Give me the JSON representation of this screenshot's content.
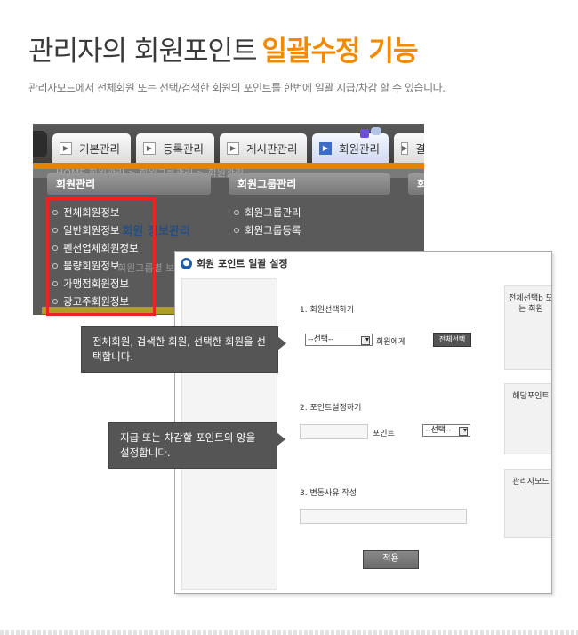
{
  "header": {
    "title": "관리자의 회원포인트",
    "title_highlight": "일괄수정 기능",
    "subtitle": "관리자모드에서 전체회원 또는 선택/검색한 회원의 포인트를 한번에 일괄 지급/차감 할 수 있습니다.",
    "highlight_color": "#f28a00"
  },
  "admin": {
    "tabs": [
      {
        "label": "기본관리",
        "icon": "arrow-right-icon"
      },
      {
        "label": "등록관리",
        "icon": "arrow-right-icon"
      },
      {
        "label": "게시판관리",
        "icon": "arrow-right-icon"
      },
      {
        "label": "회원관리",
        "icon": "arrow-right-icon",
        "active": true
      },
      {
        "label": "결",
        "icon": "arrow-right-icon"
      }
    ],
    "breadcrumb": "HOME 회원관리 > 회원그룹관리 > 회원관리",
    "menu_heads": [
      "회원관리",
      "회원그룹관리",
      "회"
    ],
    "member_menu": [
      "전체회원정보",
      "일반회원정보",
      "펜션업체회원정보",
      "불량회원정보",
      "가맹점회원정보",
      "광고주회원정보"
    ],
    "group_menu": [
      "회원그룹관리",
      "회원그룹등록"
    ],
    "ghost_text": "회원 정보관리",
    "ghost_prefix": "일반",
    "ghost_sub": "회원그룹별 보기",
    "accent_color": "#e88000"
  },
  "dialog": {
    "title": "회원 포인트 일괄 설정",
    "step1": {
      "label": "1. 회원선택하기",
      "select_value": "--선택--",
      "suffix": "회원에게",
      "button": "전체선택"
    },
    "step2": {
      "label": "2. 포인트설정하기",
      "unit": "포인트",
      "select_value": "--선택--"
    },
    "step3": {
      "label": "3. 변동사유 작성"
    },
    "apply_button": "적용",
    "right_cards": [
      "전체선택b 또는 회원",
      "해당포인트",
      "관리자모드"
    ]
  },
  "callouts": {
    "c1": "전체회원, 검색한 회원, 선택한 회원을 선택합니다.",
    "c2": "지급 또는 차감할 포인트의 양을 설정합니다."
  }
}
